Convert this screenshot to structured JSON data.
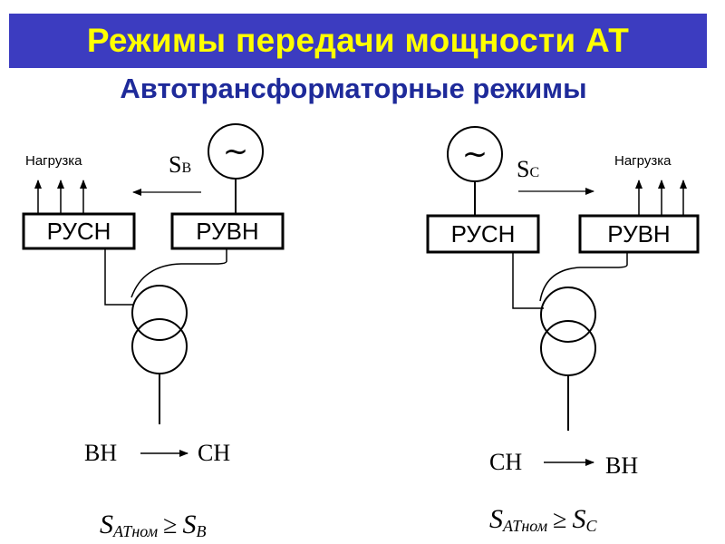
{
  "header": {
    "title": "Режимы передачи мощности АТ",
    "subtitle": "Автотрансформаторные режимы"
  },
  "colors": {
    "title_bg": "#3c3cc0",
    "title_text": "#ffff00",
    "subtitle_text": "#1e2a9a"
  },
  "left": {
    "load_label": "Нагрузка",
    "flow_label_main": "S",
    "flow_label_sub": "В",
    "generator_symbol": "~",
    "box_left_label": "РУСН",
    "box_right_label": "РУВН",
    "mode_from": "ВН",
    "mode_to": "СН",
    "formula_main": "S",
    "formula_sub": "АТном",
    "formula_rel": "≥",
    "formula_rhs": "S",
    "formula_rhs_sub": "B"
  },
  "right": {
    "load_label": "Нагрузка",
    "flow_label_main": "S",
    "flow_label_sub": "С",
    "generator_symbol": "~",
    "box_left_label": "РУСН",
    "box_right_label": "РУВН",
    "mode_from": "СН",
    "mode_to": "ВН",
    "formula_main": "S",
    "formula_sub": "АТном",
    "formula_rel": "≥",
    "formula_rhs": "S",
    "formula_rhs_sub": "C"
  }
}
